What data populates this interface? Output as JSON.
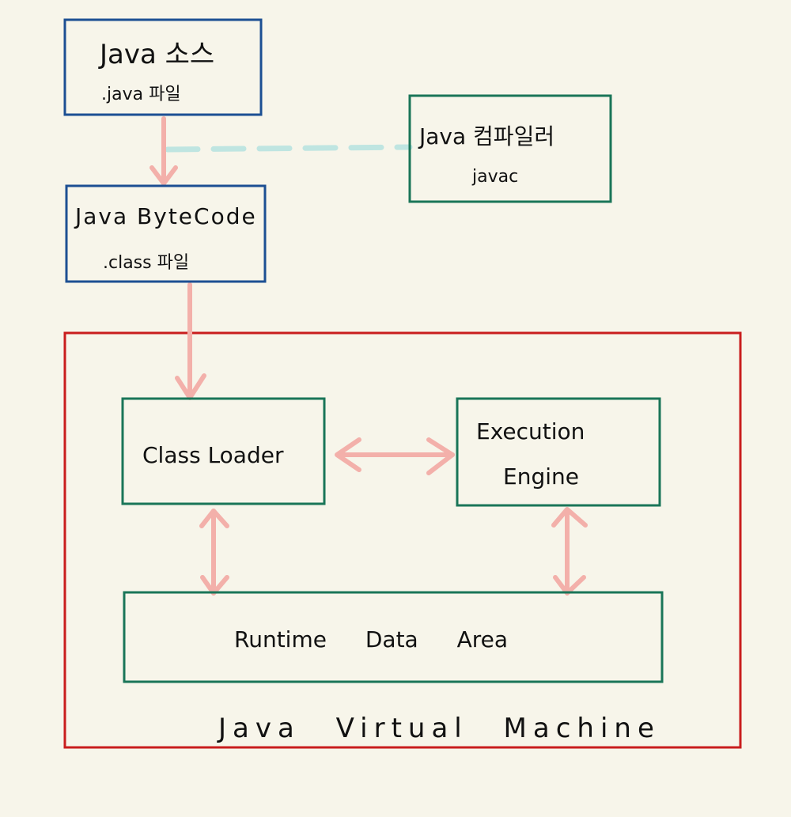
{
  "diagram": {
    "colors": {
      "background": "#f7f5ea",
      "source_box": "#1c4f93",
      "compiler_box": "#1a7558",
      "jvm_box": "#c91d1d",
      "arrow": "#f3b0aa",
      "dashed_link": "#bfe5e1"
    },
    "source": {
      "title": "Java 소스",
      "subtitle": ".java 파일"
    },
    "compiler": {
      "title": "Java 컴파일러",
      "subtitle": "javac"
    },
    "bytecode": {
      "title": "Java ByteCode",
      "subtitle": ".class 파일"
    },
    "jvm": {
      "title": "Java Virtual Machine",
      "class_loader": "Class Loader",
      "execution_engine_line1": "Execution",
      "execution_engine_line2": "Engine",
      "runtime_data_area": "Runtime Data Area"
    }
  }
}
